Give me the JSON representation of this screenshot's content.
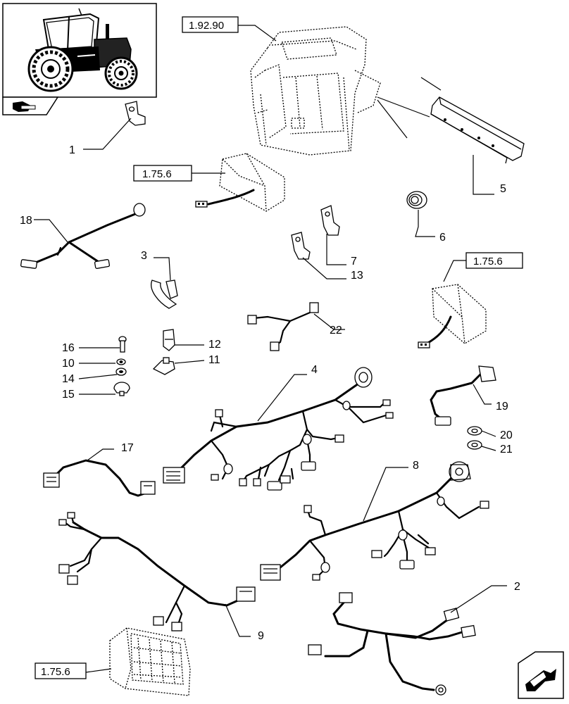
{
  "references": {
    "cab": "1.92.90",
    "module_top": "1.75.6",
    "module_right": "1.75.6",
    "lamp": "1.75.6"
  },
  "callouts": {
    "n1": "1",
    "n2": "2",
    "n3": "3",
    "n4": "4",
    "n5": "5",
    "n6": "6",
    "n7": "7",
    "n8": "8",
    "n9": "9",
    "n10": "10",
    "n11": "11",
    "n12": "12",
    "n13": "13",
    "n14": "14",
    "n15": "15",
    "n16": "16",
    "n17": "17",
    "n18": "18",
    "n19": "19",
    "n20": "20",
    "n21": "21",
    "n22": "22"
  },
  "icons": {
    "thumbnail": "tractor-icon",
    "nav_left": "arrow-icon",
    "nav_bottom": "arrow-icon"
  }
}
